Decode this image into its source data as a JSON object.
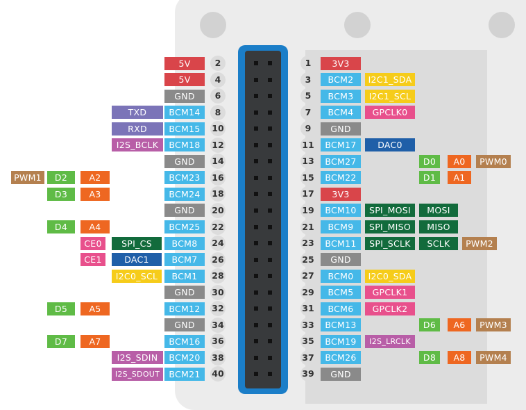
{
  "colors": {
    "power5": "#d9454a",
    "power3": "#d9454a",
    "ground": "#8a8a8a",
    "bcm": "#45b8e8",
    "uart": "#7b74b8",
    "i2s": "#b85ea7",
    "i2c": "#f6cc1a",
    "gpclk": "#e8508c",
    "dac": "#1f5fa8",
    "spi": "#126b3c",
    "digital": "#5fbb46",
    "analog": "#ee6721",
    "pwm": "#b4804f",
    "ce": "#e8508c"
  },
  "left_pins": [
    {
      "num": "2",
      "labels": [
        {
          "text": "5V",
          "type": "power5"
        }
      ]
    },
    {
      "num": "4",
      "labels": [
        {
          "text": "5V",
          "type": "power5"
        }
      ]
    },
    {
      "num": "6",
      "labels": [
        {
          "text": "GND",
          "type": "ground"
        }
      ]
    },
    {
      "num": "8",
      "labels": [
        {
          "text": "BCM14",
          "type": "bcm"
        },
        {
          "text": "TXD",
          "type": "uart"
        }
      ]
    },
    {
      "num": "10",
      "labels": [
        {
          "text": "BCM15",
          "type": "bcm"
        },
        {
          "text": "RXD",
          "type": "uart"
        }
      ]
    },
    {
      "num": "12",
      "labels": [
        {
          "text": "BCM18",
          "type": "bcm"
        },
        {
          "text": "I2S_BCLK",
          "type": "i2s"
        }
      ]
    },
    {
      "num": "14",
      "labels": [
        {
          "text": "GND",
          "type": "ground"
        }
      ]
    },
    {
      "num": "16",
      "labels": [
        {
          "text": "BCM23",
          "type": "bcm"
        },
        {
          "text": "A2",
          "type": "analog"
        },
        {
          "text": "D2",
          "type": "digital"
        },
        {
          "text": "PWM1",
          "type": "pwm"
        }
      ]
    },
    {
      "num": "18",
      "labels": [
        {
          "text": "BCM24",
          "type": "bcm"
        },
        {
          "text": "A3",
          "type": "analog"
        },
        {
          "text": "D3",
          "type": "digital"
        }
      ]
    },
    {
      "num": "20",
      "labels": [
        {
          "text": "GND",
          "type": "ground"
        }
      ]
    },
    {
      "num": "22",
      "labels": [
        {
          "text": "BCM25",
          "type": "bcm"
        },
        {
          "text": "A4",
          "type": "analog"
        },
        {
          "text": "D4",
          "type": "digital"
        }
      ]
    },
    {
      "num": "24",
      "labels": [
        {
          "text": "BCM8",
          "type": "bcm"
        },
        {
          "text": "SPI_CS",
          "type": "spi"
        },
        {
          "text": "CE0",
          "type": "ce"
        }
      ]
    },
    {
      "num": "26",
      "labels": [
        {
          "text": "BCM7",
          "type": "bcm"
        },
        {
          "text": "DAC1",
          "type": "dac"
        },
        {
          "text": "CE1",
          "type": "ce"
        }
      ]
    },
    {
      "num": "28",
      "labels": [
        {
          "text": "BCM1",
          "type": "bcm"
        },
        {
          "text": "I2C0_SCL",
          "type": "i2c"
        }
      ]
    },
    {
      "num": "30",
      "labels": [
        {
          "text": "GND",
          "type": "ground"
        }
      ]
    },
    {
      "num": "32",
      "labels": [
        {
          "text": "BCM12",
          "type": "bcm"
        },
        {
          "text": "A5",
          "type": "analog"
        },
        {
          "text": "D5",
          "type": "digital"
        }
      ]
    },
    {
      "num": "34",
      "labels": [
        {
          "text": "GND",
          "type": "ground"
        }
      ]
    },
    {
      "num": "36",
      "labels": [
        {
          "text": "BCM16",
          "type": "bcm"
        },
        {
          "text": "A7",
          "type": "analog"
        },
        {
          "text": "D7",
          "type": "digital"
        }
      ]
    },
    {
      "num": "38",
      "labels": [
        {
          "text": "BCM20",
          "type": "bcm"
        },
        {
          "text": "I2S_SDIN",
          "type": "i2s"
        }
      ]
    },
    {
      "num": "40",
      "labels": [
        {
          "text": "BCM21",
          "type": "bcm"
        },
        {
          "text": "I2S_SDOUT",
          "type": "i2s"
        }
      ]
    }
  ],
  "right_pins": [
    {
      "num": "1",
      "labels": [
        {
          "text": "3V3",
          "type": "power3"
        }
      ]
    },
    {
      "num": "3",
      "labels": [
        {
          "text": "BCM2",
          "type": "bcm"
        },
        {
          "text": "I2C1_SDA",
          "type": "i2c"
        }
      ]
    },
    {
      "num": "5",
      "labels": [
        {
          "text": "BCM3",
          "type": "bcm"
        },
        {
          "text": "I2C1_SCL",
          "type": "i2c"
        }
      ]
    },
    {
      "num": "7",
      "labels": [
        {
          "text": "BCM4",
          "type": "bcm"
        },
        {
          "text": "GPCLK0",
          "type": "gpclk"
        }
      ]
    },
    {
      "num": "9",
      "labels": [
        {
          "text": "GND",
          "type": "ground"
        }
      ]
    },
    {
      "num": "11",
      "labels": [
        {
          "text": "BCM17",
          "type": "bcm"
        },
        {
          "text": "DAC0",
          "type": "dac"
        }
      ]
    },
    {
      "num": "13",
      "labels": [
        {
          "text": "BCM27",
          "type": "bcm"
        },
        {
          "text": "D0",
          "type": "digital"
        },
        {
          "text": "A0",
          "type": "analog"
        },
        {
          "text": "PWM0",
          "type": "pwm"
        }
      ]
    },
    {
      "num": "15",
      "labels": [
        {
          "text": "BCM22",
          "type": "bcm"
        },
        {
          "text": "D1",
          "type": "digital"
        },
        {
          "text": "A1",
          "type": "analog"
        }
      ]
    },
    {
      "num": "17",
      "labels": [
        {
          "text": "3V3",
          "type": "power3"
        }
      ]
    },
    {
      "num": "19",
      "labels": [
        {
          "text": "BCM10",
          "type": "bcm"
        },
        {
          "text": "SPI_MOSI",
          "type": "spi"
        },
        {
          "text": "MOSI",
          "type": "spi"
        }
      ]
    },
    {
      "num": "21",
      "labels": [
        {
          "text": "BCM9",
          "type": "bcm"
        },
        {
          "text": "SPI_MISO",
          "type": "spi"
        },
        {
          "text": "MISO",
          "type": "spi"
        }
      ]
    },
    {
      "num": "23",
      "labels": [
        {
          "text": "BCM11",
          "type": "bcm"
        },
        {
          "text": "SPI_SCLK",
          "type": "spi"
        },
        {
          "text": "SCLK",
          "type": "spi"
        },
        {
          "text": "PWM2",
          "type": "pwm"
        }
      ]
    },
    {
      "num": "25",
      "labels": [
        {
          "text": "GND",
          "type": "ground"
        }
      ]
    },
    {
      "num": "27",
      "labels": [
        {
          "text": "BCM0",
          "type": "bcm"
        },
        {
          "text": "I2C0_SDA",
          "type": "i2c"
        }
      ]
    },
    {
      "num": "29",
      "labels": [
        {
          "text": "BCM5",
          "type": "bcm"
        },
        {
          "text": "GPCLK1",
          "type": "gpclk"
        }
      ]
    },
    {
      "num": "31",
      "labels": [
        {
          "text": "BCM6",
          "type": "bcm"
        },
        {
          "text": "GPCLK2",
          "type": "gpclk"
        }
      ]
    },
    {
      "num": "33",
      "labels": [
        {
          "text": "BCM13",
          "type": "bcm"
        },
        {
          "text": "D6",
          "type": "digital"
        },
        {
          "text": "A6",
          "type": "analog"
        },
        {
          "text": "PWM3",
          "type": "pwm"
        }
      ]
    },
    {
      "num": "35",
      "labels": [
        {
          "text": "BCM19",
          "type": "bcm"
        },
        {
          "text": "I2S_LRCLK",
          "type": "i2s"
        }
      ]
    },
    {
      "num": "37",
      "labels": [
        {
          "text": "BCM26",
          "type": "bcm"
        },
        {
          "text": "D8",
          "type": "digital"
        },
        {
          "text": "A8",
          "type": "analog"
        },
        {
          "text": "PWM4",
          "type": "pwm"
        }
      ]
    },
    {
      "num": "39",
      "labels": [
        {
          "text": "GND",
          "type": "ground"
        }
      ]
    }
  ]
}
